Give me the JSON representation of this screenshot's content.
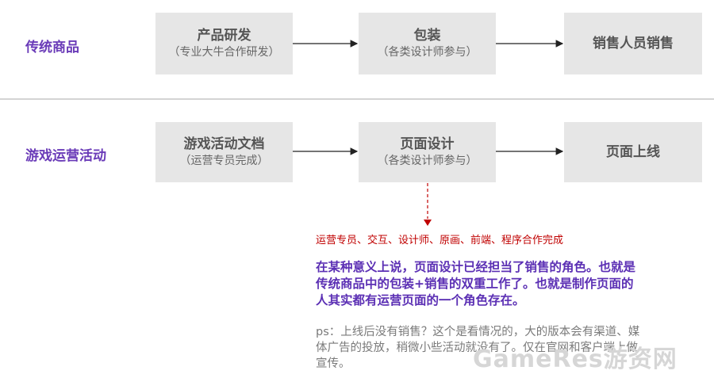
{
  "rows": [
    {
      "label": "传统商品",
      "boxes": [
        {
          "title": "产品研发",
          "sub": "（专业大牛合作研发）"
        },
        {
          "title": "包装",
          "sub": "（各类设计师参与）"
        },
        {
          "title": "销售人员销售",
          "sub": ""
        }
      ]
    },
    {
      "label": "游戏运营活动",
      "boxes": [
        {
          "title": "游戏活动文档",
          "sub": "（运营专员完成）"
        },
        {
          "title": "页面设计",
          "sub": "（各类设计师参与）"
        },
        {
          "title": "页面上线",
          "sub": ""
        }
      ]
    }
  ],
  "notes": {
    "collab": "运营专员、交互、设计师、原画、前端、程序合作完成",
    "emphasis": "在某种意义上说，页面设计已经担当了销售的角色。也就是传统商品中的包装+销售的双重工作了。也就是制作页面的人其实都有运营页面的一个角色存在。",
    "ps": "ps：上线后没有销售？这个是看情况的，大的版本会有渠道、媒体广告的投放，稍微小些活动就没有了。仅在官网和客户端上做宣传。"
  },
  "watermark": "GameRes游资网",
  "colors": {
    "accent": "#6a3bb8",
    "box": "#e6e6e6",
    "red": "#c00000"
  }
}
